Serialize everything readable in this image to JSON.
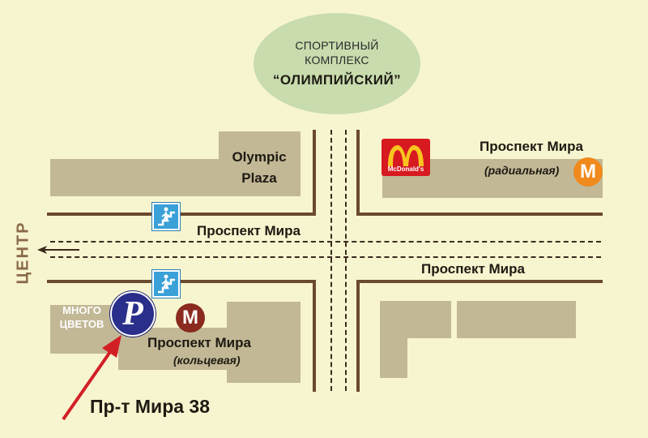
{
  "map": {
    "background": "#f7f5cf",
    "road_edge_color": "#6b4a2e",
    "block_color": "#c2b896",
    "stadium": {
      "line1": "СПОРТИВНЫЙ",
      "line2": "КОМПЛЕКС",
      "line3": "“ОЛИМПИЙСКИЙ”",
      "fill": "#c8dcae"
    },
    "olympic_plaza": {
      "line1": "Olympic",
      "line2": "Plaza"
    },
    "road_labels": {
      "upper": "Проспект Мира",
      "lower": "Проспект Мира"
    },
    "metro_radial": {
      "name": "Проспект Мира",
      "sub": "(радиальная)",
      "icon_color": "#f08a1c",
      "letter": "М"
    },
    "metro_ring": {
      "name": "Проспект Мира",
      "sub": "(кольцевая)",
      "icon_color": "#8b2a1f",
      "letter": "М"
    },
    "mcdonalds": {
      "wordmark": "McDonald's",
      "bg": "#d71920",
      "arch_color": "#f7c51e"
    },
    "parking": {
      "letter": "P",
      "fill": "#2a2f8c"
    },
    "shop": {
      "line1": "МНОГО",
      "line2": "ЦВЕТОВ"
    },
    "center_label": "ЦЕНТР",
    "address": "Пр-т Мира 38",
    "arrow_color": "#d21f26",
    "crossing_icon": "pedestrian-underpass-icon",
    "crossing_color": "#3aa0d8"
  }
}
